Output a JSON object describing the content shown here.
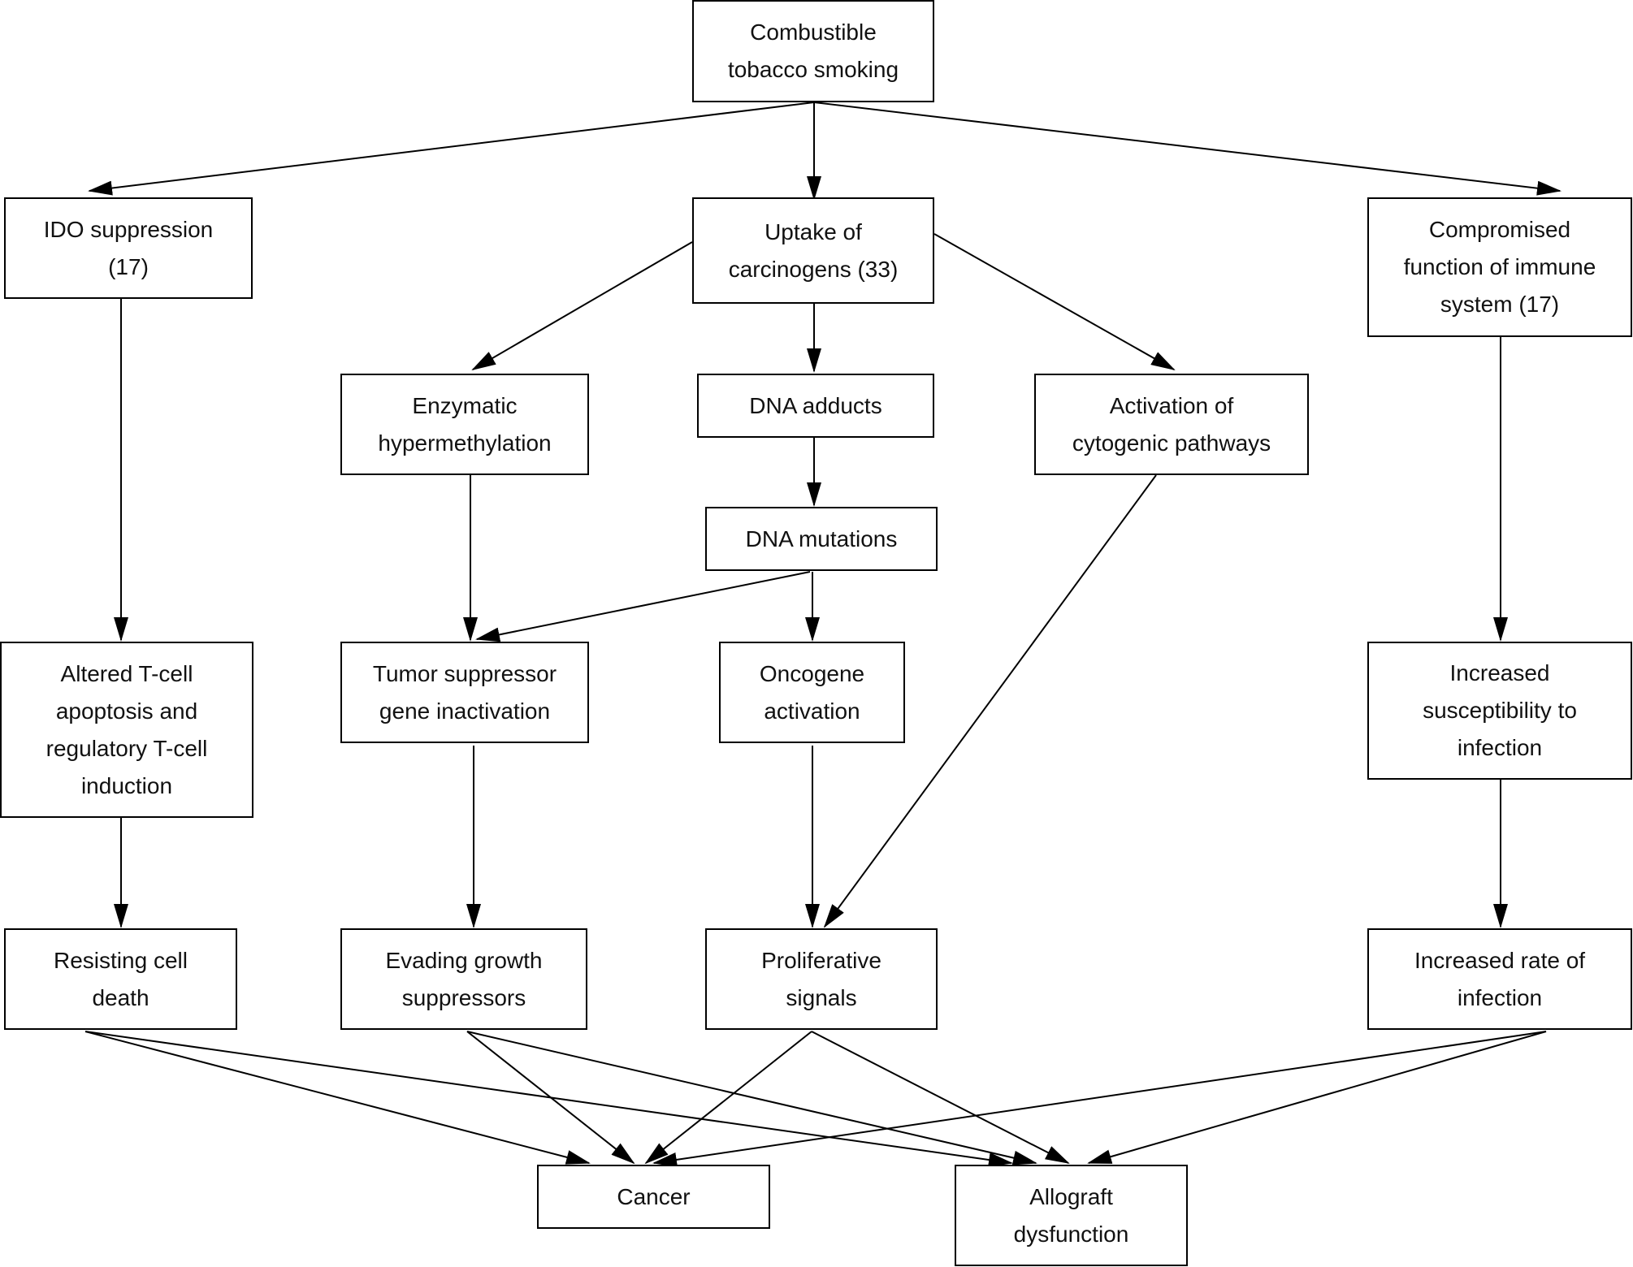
{
  "diagram": {
    "nodes": {
      "smoking": {
        "label": "Combustible\ntobacco smoking"
      },
      "ido": {
        "label": "IDO suppression\n(17)"
      },
      "uptake": {
        "label": "Uptake of\ncarcinogens (33)"
      },
      "immune": {
        "label": "Compromised\nfunction of immune\nsystem (17)"
      },
      "enzymatic": {
        "label": "Enzymatic\nhypermethylation"
      },
      "adducts": {
        "label": "DNA adducts"
      },
      "cytogenic": {
        "label": "Activation of\ncytogenic pathways"
      },
      "mutations": {
        "label": "DNA mutations"
      },
      "tcell": {
        "label": "Altered T-cell\napoptosis and\nregulatory T-cell\ninduction"
      },
      "tumor": {
        "label": "Tumor suppressor\ngene inactivation"
      },
      "oncogene": {
        "label": "Oncogene\nactivation"
      },
      "susceptibility": {
        "label": "Increased\nsusceptibility to\ninfection"
      },
      "resisting": {
        "label": "Resisting cell\ndeath"
      },
      "evading": {
        "label": "Evading growth\nsuppressors"
      },
      "proliferative": {
        "label": "Proliferative\nsignals"
      },
      "infection_rate": {
        "label": "Increased rate of\ninfection"
      },
      "cancer": {
        "label": "Cancer"
      },
      "allograft": {
        "label": "Allograft\ndysfunction"
      }
    },
    "edges": [
      {
        "from": "smoking",
        "to": "ido"
      },
      {
        "from": "smoking",
        "to": "uptake"
      },
      {
        "from": "smoking",
        "to": "immune"
      },
      {
        "from": "uptake",
        "to": "enzymatic"
      },
      {
        "from": "uptake",
        "to": "adducts"
      },
      {
        "from": "uptake",
        "to": "cytogenic"
      },
      {
        "from": "adducts",
        "to": "mutations"
      },
      {
        "from": "ido",
        "to": "tcell"
      },
      {
        "from": "enzymatic",
        "to": "tumor"
      },
      {
        "from": "mutations",
        "to": "tumor"
      },
      {
        "from": "mutations",
        "to": "oncogene"
      },
      {
        "from": "cytogenic",
        "to": "proliferative"
      },
      {
        "from": "immune",
        "to": "susceptibility"
      },
      {
        "from": "tcell",
        "to": "resisting"
      },
      {
        "from": "tumor",
        "to": "evading"
      },
      {
        "from": "oncogene",
        "to": "proliferative"
      },
      {
        "from": "susceptibility",
        "to": "infection_rate"
      },
      {
        "from": "resisting",
        "to": "cancer"
      },
      {
        "from": "resisting",
        "to": "allograft"
      },
      {
        "from": "evading",
        "to": "cancer"
      },
      {
        "from": "evading",
        "to": "allograft"
      },
      {
        "from": "proliferative",
        "to": "cancer"
      },
      {
        "from": "proliferative",
        "to": "allograft"
      },
      {
        "from": "infection_rate",
        "to": "cancer"
      },
      {
        "from": "infection_rate",
        "to": "allograft"
      }
    ]
  }
}
